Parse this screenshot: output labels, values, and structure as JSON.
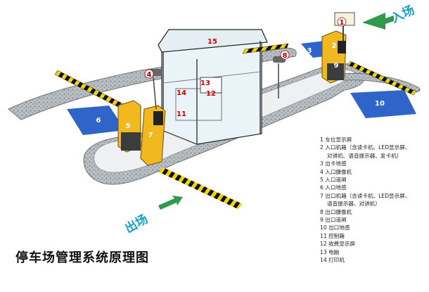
{
  "diagram": {
    "title": "停车场管理系统原理图",
    "entrance_label": "入场",
    "exit_label": "出场",
    "callouts": [
      "1",
      "2",
      "3",
      "4",
      "5",
      "6",
      "7",
      "8",
      "9",
      "10",
      "11",
      "12",
      "13",
      "14",
      "15"
    ],
    "legend": [
      {
        "text": "1  车位显示屏"
      },
      {
        "text": "2  入口机箱（含读卡机、LED显示屏、"
      },
      {
        "text": "对讲机、语音提示器、发卡机）",
        "wrap": true
      },
      {
        "text": "3  出卡地感"
      },
      {
        "text": "4  入口摄像机"
      },
      {
        "text": "5  入口道闸"
      },
      {
        "text": "6  入口地感"
      },
      {
        "text": "7  出口机箱（含读卡机、LED显示屏、"
      },
      {
        "text": "语音提示器、对讲机）",
        "wrap": true
      },
      {
        "text": "8  出口摄像机"
      },
      {
        "text": "9  出口道闸"
      },
      {
        "text": "10  出口地感"
      },
      {
        "text": "11  控制箱"
      },
      {
        "text": "12  收费显示屏"
      },
      {
        "text": "13  电脑"
      },
      {
        "text": "14  打印机"
      }
    ],
    "colors": {
      "booth_yellow": "#f2b820",
      "loop_blue": "#2f64c8",
      "arrow_green": "#2e9a4a",
      "label_cyan": "#18a0c8",
      "road_gray": "#9aa0a6"
    }
  }
}
